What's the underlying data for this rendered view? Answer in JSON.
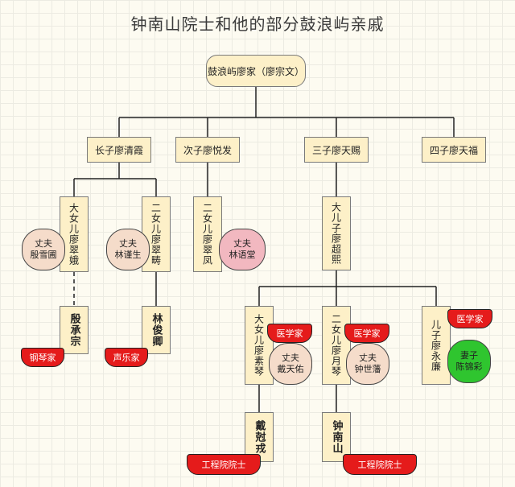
{
  "title": "钟南山院士和他的部分鼓浪屿亲戚",
  "root": "鼓浪屿廖家（廖宗文）",
  "sons": [
    "长子廖清霞",
    "次子廖悦发",
    "三子廖天赐",
    "四子廖天福"
  ],
  "daughter1": "大女儿廖翠娥",
  "daughter2": "二女儿廖翠畴",
  "daughter3": "二女儿廖翠凤",
  "son3_son": "大儿子廖超熙",
  "husband1": [
    "丈夫",
    "殷雪圃"
  ],
  "husband2": [
    "丈夫",
    "林谨生"
  ],
  "husband3": [
    "丈夫",
    "林语堂"
  ],
  "grandchild1": "殷承宗",
  "grandchild2": "林俊卿",
  "badge1": "钢琴家",
  "badge2": "声乐家",
  "great_daughter1": "大女儿廖素琴",
  "great_daughter2": "二女儿廖月琴",
  "great_son": "儿子廖永廉",
  "badge_doctor": "医学家",
  "husband4": [
    "丈夫",
    "戴天佑"
  ],
  "husband5": [
    "丈夫",
    "钟世藩"
  ],
  "wife": [
    "妻子",
    "陈锦彩"
  ],
  "great_grandchild1": "戴尅戎",
  "great_grandchild2": "钟南山",
  "badge_engineer": "工程院院士"
}
